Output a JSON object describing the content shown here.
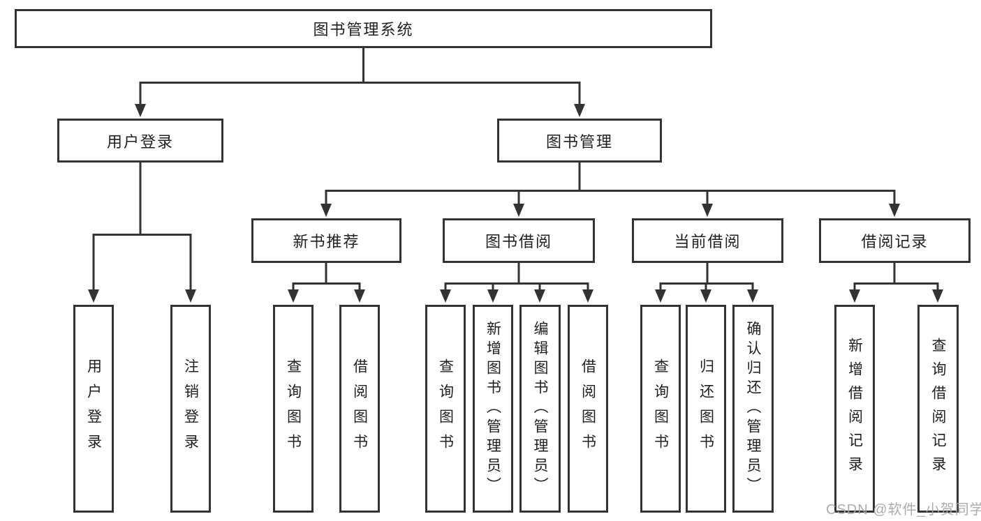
{
  "colors": {
    "line": "#333333",
    "text": "#1f1f1f",
    "background": "#ffffff",
    "watermark": "#a6a6a6"
  },
  "watermark": {
    "text": "CSDN @软件_小贺同学"
  },
  "tree": {
    "label": "图书管理系统",
    "children": [
      {
        "label": "用户登录",
        "children": [
          {
            "label": "用户登录"
          },
          {
            "label": "注销登录"
          }
        ]
      },
      {
        "label": "图书管理",
        "children": [
          {
            "label": "新书推荐",
            "children": [
              {
                "label": "查询图书"
              },
              {
                "label": "借阅图书"
              }
            ]
          },
          {
            "label": "图书借阅",
            "children": [
              {
                "label": "查询图书"
              },
              {
                "label": "新增图书（管理员）"
              },
              {
                "label": "编辑图书（管理员）"
              },
              {
                "label": "借阅图书"
              }
            ]
          },
          {
            "label": "当前借阅",
            "children": [
              {
                "label": "查询图书"
              },
              {
                "label": "归还图书"
              },
              {
                "label": "确认归还（管理员）"
              }
            ]
          },
          {
            "label": "借阅记录",
            "children": [
              {
                "label": "新增借阅记录"
              },
              {
                "label": "查询借阅记录"
              }
            ]
          }
        ]
      }
    ]
  }
}
